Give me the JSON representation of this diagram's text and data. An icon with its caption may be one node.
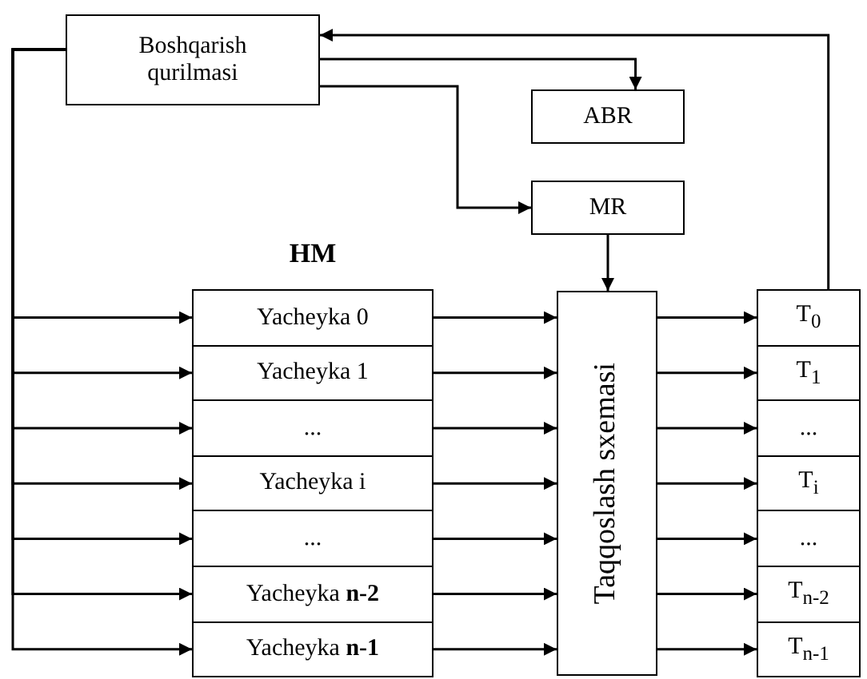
{
  "diagram": {
    "nodes": [
      {
        "text": [
          "Boshqarish qurilmasi"
        ]
      },
      {
        "text": [
          "ABR"
        ]
      },
      {
        "text": [
          "MR"
        ]
      },
      {
        "text": [
          "HM"
        ]
      },
      {
        "text": [
          "Yacheyka 0"
        ],
        "in": 3
      },
      {
        "text": [
          "Yacheyka 1"
        ],
        "in": 3
      },
      {
        "text": [
          "..."
        ],
        "in": 3
      },
      {
        "text": [
          "Yacheyka i"
        ],
        "in": 3
      },
      {
        "text": [
          "..."
        ],
        "in": 3
      },
      {
        "text": [
          "Yacheyka **n-2**"
        ],
        "in": 3
      },
      {
        "text": [
          "Yacheyka **n-1**"
        ],
        "in": 3
      },
      {
        "text": [
          "Taqqoslash sxemasi"
        ]
      },
      {
        "text": [
          "T$_{0}$"
        ]
      },
      {
        "text": [
          "T$_{1}$"
        ]
      },
      {
        "text": [
          "..."
        ]
      },
      {
        "text": [
          "T$_{i}$"
        ]
      },
      {
        "text": [
          "..."
        ]
      },
      {
        "text": [
          "T$_{n-2}$"
        ]
      },
      {
        "text": [
          "T$_{n-1}$"
        ]
      }
    ],
    "edges": [
      {
        "from": 0,
        "to": 1,
        "arrow": "to"
      },
      {
        "from": 0,
        "to": 2,
        "arrow": "to"
      },
      {
        "from": 2,
        "to": 11,
        "arrow": "to"
      },
      {
        "from": 12,
        "to": 0,
        "arrow": "to"
      },
      {
        "from": 0,
        "to": 4,
        "arrow": "to"
      },
      {
        "from": 0,
        "to": 5,
        "arrow": "to"
      },
      {
        "from": 0,
        "to": 6,
        "arrow": "to"
      },
      {
        "from": 0,
        "to": 7,
        "arrow": "to"
      },
      {
        "from": 0,
        "to": 8,
        "arrow": "to"
      },
      {
        "from": 0,
        "to": 9,
        "arrow": "to"
      },
      {
        "from": 0,
        "to": 10,
        "arrow": "to"
      },
      {
        "from": 4,
        "to": 11,
        "arrow": "to"
      },
      {
        "from": 5,
        "to": 11,
        "arrow": "to"
      },
      {
        "from": 6,
        "to": 11,
        "arrow": "to"
      },
      {
        "from": 7,
        "to": 11,
        "arrow": "to"
      },
      {
        "from": 8,
        "to": 11,
        "arrow": "to"
      },
      {
        "from": 9,
        "to": 11,
        "arrow": "to"
      },
      {
        "from": 10,
        "to": 11,
        "arrow": "to"
      },
      {
        "from": 11,
        "to": 12,
        "arrow": "to"
      },
      {
        "from": 11,
        "to": 13,
        "arrow": "to"
      },
      {
        "from": 11,
        "to": 14,
        "arrow": "to"
      },
      {
        "from": 11,
        "to": 15,
        "arrow": "to"
      },
      {
        "from": 11,
        "to": 16,
        "arrow": "to"
      },
      {
        "from": 11,
        "to": 17,
        "arrow": "to"
      },
      {
        "from": 11,
        "to": 18,
        "arrow": "to"
      }
    ]
  }
}
